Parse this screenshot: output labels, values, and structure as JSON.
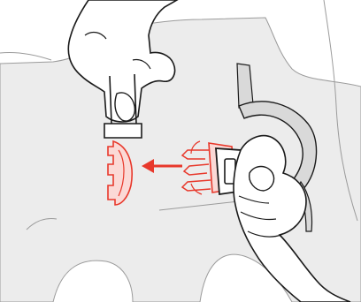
{
  "figure": {
    "caption": "",
    "colors": {
      "background": "#ffffff",
      "silhouette": "#ececec",
      "silhouette_outline": "#9b9b9b",
      "line_art": "#1a1a1a",
      "accent": "#e8382b",
      "accent_fill": "#fbd9d6",
      "strap_fill": "#d9d9d9"
    },
    "parts": [
      "body-silhouette",
      "upper-hand",
      "lower-hand",
      "buckle-female-part",
      "buckle-male-part",
      "direction-arrow",
      "strap-loop"
    ],
    "arrow_direction": "left"
  }
}
